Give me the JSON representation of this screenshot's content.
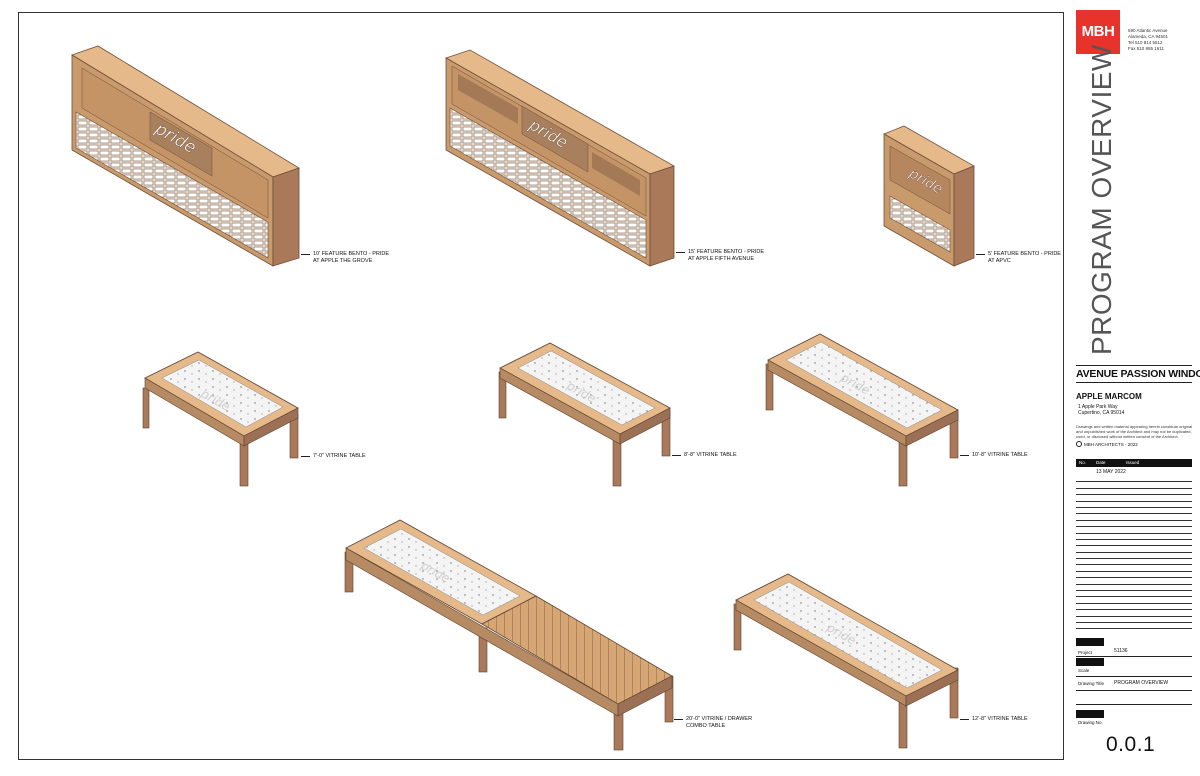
{
  "callouts": {
    "bento_10": [
      "10' FEATURE BENTO - PRIDE",
      "AT APPLE THE GROVE"
    ],
    "bento_15": [
      "15' FEATURE BENTO - PRIDE",
      "AT APPLE FIFTH AVENUE"
    ],
    "bento_5": [
      "5' FEATURE BENTO - PRIDE",
      "AT APVC"
    ],
    "table_7": [
      "7'-0\" VITRINE TABLE"
    ],
    "table_8": [
      "8'-8\" VITRINE TABLE"
    ],
    "table_10": [
      "10'-8\" VITRINE TABLE"
    ],
    "combo_20": [
      "20'-0\" VITRINE / DRAWER",
      "COMBO TABLE"
    ],
    "table_12": [
      "12'-8\" VITRINE TABLE"
    ]
  },
  "pride_text": "pride",
  "title_block": {
    "logo": "MBH",
    "firm_address": [
      "590 Atlantic Avenue",
      "Alameda, CA 94501",
      "Tel 510 814 5512",
      "Fax 510 865 1611"
    ],
    "sheet_title_vertical": "PROGRAM OVERVIEW",
    "project_name": "AVENUE PASSION WINDOWS",
    "client": "APPLE MARCOM",
    "client_address": [
      "1 Apple Park Way",
      "Cupertino, CA 95014"
    ],
    "notice": "Drawings and written material appearing herein constitute original and unpublished work of the Architect and may not be duplicated, used, or disclosed without written consent of the Architect.",
    "firm_line": "MBH ARCHITECTS - 2022",
    "rev_headers": [
      "No.",
      "Date",
      "Issued"
    ],
    "rev_date": "13 MAY 2022",
    "project_label": "Project",
    "project_value": "51136",
    "scale_label": "Scale",
    "drawing_title_label": "Drawing Title",
    "drawing_title_value": "PROGRAM OVERVIEW",
    "drawing_no_label": "Drawing No.",
    "drawing_no": "0.0.1"
  },
  "colors": {
    "wood_top": "#e6b98a",
    "wood_left": "#c99a6c",
    "wood_right": "#a9795a",
    "wood_dark": "#8a6248",
    "glass": "#f3f3f3",
    "brand_red": "#e8332d"
  }
}
